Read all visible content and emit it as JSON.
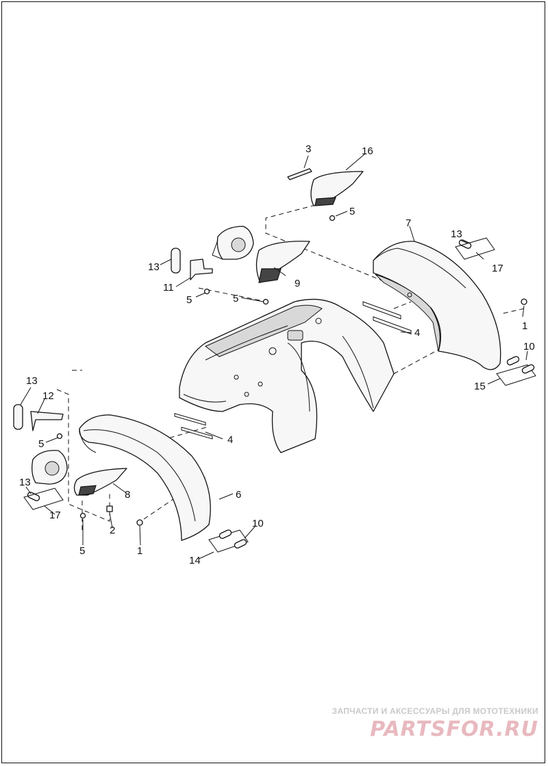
{
  "diagram": {
    "callouts": {
      "c1a": "1",
      "c1b": "1",
      "c2": "2",
      "c3": "3",
      "c4a": "4",
      "c4b": "4",
      "c5a": "5",
      "c5b": "5",
      "c5c": "5",
      "c5d": "5",
      "c5e": "5",
      "c6": "6",
      "c7": "7",
      "c8": "8",
      "c9": "9",
      "c10a": "10",
      "c10b": "10",
      "c11": "11",
      "c12": "12",
      "c13a": "13",
      "c13b": "13",
      "c13c": "13",
      "c14": "14",
      "c15": "15",
      "c16": "16",
      "c17a": "17",
      "c17b": "17"
    }
  },
  "watermark": {
    "tagline": "ЗАПЧАСТИ И АКСЕССУАРЫ ДЛЯ МОТОТЕХНИКИ",
    "logo": "PARTSFOR.RU"
  }
}
